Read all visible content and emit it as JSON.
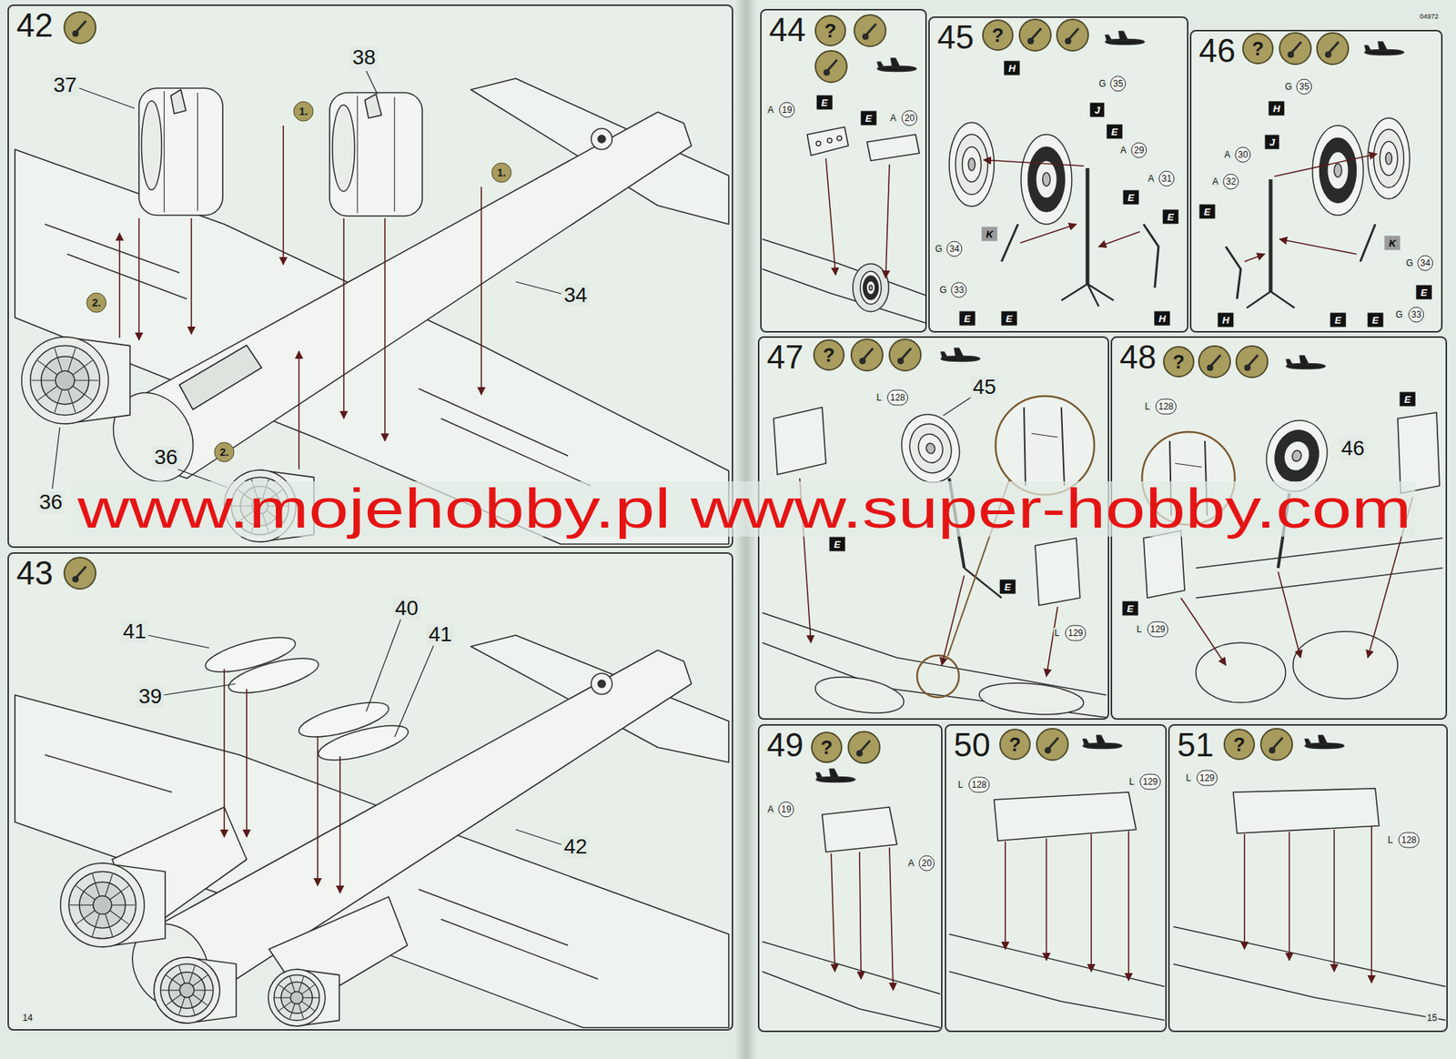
{
  "diagram": {
    "nodes": [
      {
        "text": [
          "42"
        ]
      },
      {
        "text": [
          "43"
        ]
      },
      {
        "text": [
          "44"
        ]
      },
      {
        "text": [
          "45"
        ]
      },
      {
        "text": [
          "46"
        ]
      },
      {
        "text": [
          "47"
        ]
      },
      {
        "text": [
          "48"
        ]
      },
      {
        "text": [
          "49"
        ]
      },
      {
        "text": [
          "50"
        ]
      },
      {
        "text": [
          "51"
        ]
      }
    ],
    "labels": [
      "37",
      "38",
      "1.",
      "1.",
      "34",
      "2.",
      "36",
      "36",
      "2.",
      "41",
      "39",
      "40",
      "41",
      "42",
      "?",
      "?",
      "?",
      "?",
      "?",
      "?",
      "?",
      "?",
      "A",
      "19",
      "E",
      "E",
      "A",
      "20",
      "G",
      "35",
      "H",
      "J",
      "E",
      "A",
      "29",
      "A",
      "31",
      "E",
      "E",
      "K",
      "G",
      "34",
      "G",
      "33",
      "E",
      "E",
      "H",
      "G",
      "35",
      "H",
      "J",
      "A",
      "30",
      "A",
      "32",
      "E",
      "K",
      "G",
      "34",
      "E",
      "H",
      "E",
      "E",
      "G",
      "33",
      "L",
      "128",
      "45",
      "E",
      "E",
      "L",
      "129",
      "L",
      "128",
      "E",
      "46",
      "E",
      "L",
      "129",
      "A",
      "19",
      "A",
      "20",
      "L",
      "128",
      "L",
      "129",
      "L",
      "129",
      "L",
      "128",
      "14",
      "15",
      "04972",
      "www.mojehobby.pl www.super-hobby.com"
    ]
  }
}
